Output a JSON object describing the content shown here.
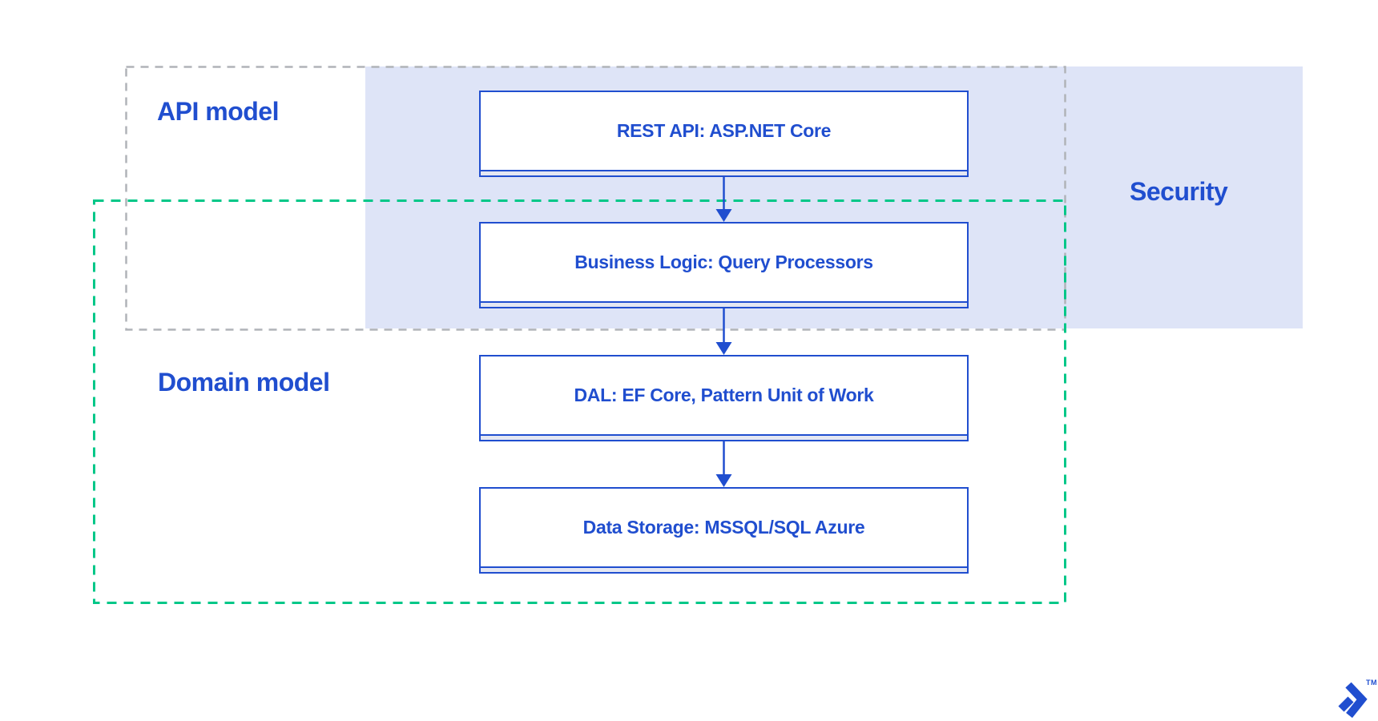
{
  "colors": {
    "blue": "#204ecf",
    "band_fill": "#dee4f7",
    "strip_fill": "#e4e7f2",
    "gray_dash": "#b0b3b8",
    "green_dash": "#00c788",
    "background": "#ffffff"
  },
  "regions": {
    "api_model": {
      "label": "API model",
      "border_style": "gray-dashed"
    },
    "domain_model": {
      "label": "Domain model",
      "border_style": "green-dashed"
    },
    "security": {
      "label": "Security",
      "fill": "#dee4f7"
    }
  },
  "flow": {
    "nodes": [
      {
        "label": "REST API: ASP.NET Core"
      },
      {
        "label": "Business Logic: Query Processors"
      },
      {
        "label": "DAL: EF Core, Pattern Unit of Work"
      },
      {
        "label": "Data Storage: MSSQL/SQL Azure"
      }
    ],
    "connections": [
      {
        "from": 0,
        "to": 1
      },
      {
        "from": 1,
        "to": 2
      },
      {
        "from": 2,
        "to": 3
      }
    ]
  },
  "branding": {
    "logo_icon": "toptal-logo-icon",
    "trademark_label": "TM"
  }
}
